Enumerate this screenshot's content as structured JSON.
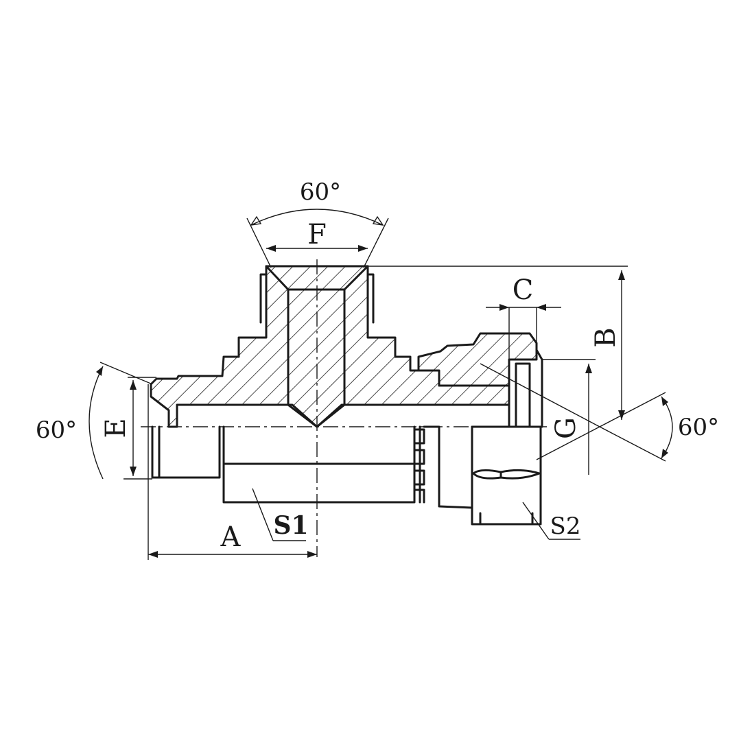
{
  "labels": {
    "angle_top": "60°",
    "angle_left": "60°",
    "angle_right": "60°",
    "dim_f": "F",
    "dim_c": "C",
    "dim_b": "B",
    "dim_e": "E",
    "dim_g": "G",
    "dim_a": "A",
    "hex_s1": "S1",
    "hex_s2": "S2"
  },
  "colors": {
    "line": "#1a1a1a",
    "background": "#ffffff"
  }
}
